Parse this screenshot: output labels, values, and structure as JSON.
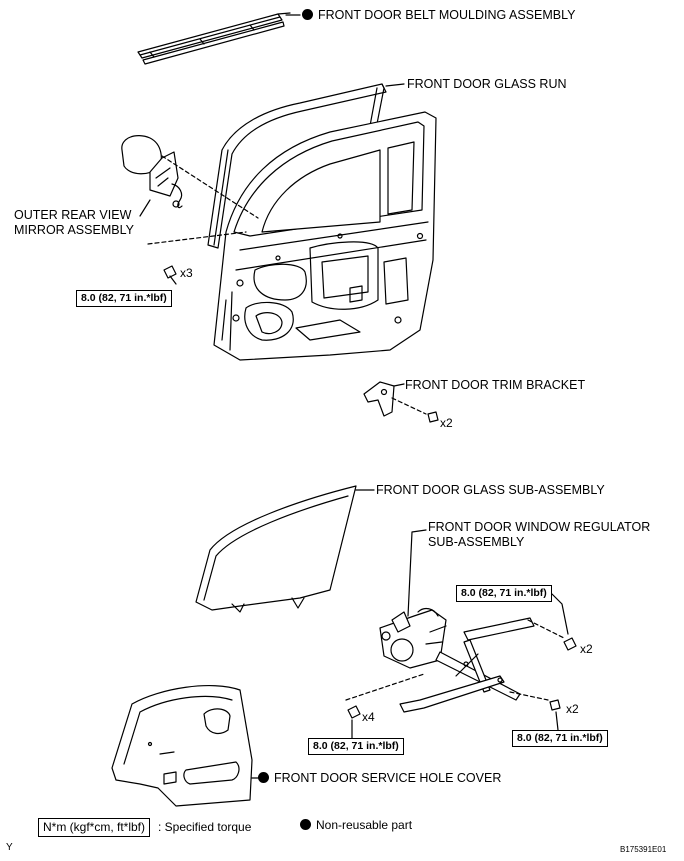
{
  "labels": {
    "belt_moulding": "FRONT DOOR BELT MOULDING ASSEMBLY",
    "glass_run": "FRONT DOOR GLASS RUN",
    "mirror": "OUTER REAR VIEW\nMIRROR ASSEMBLY",
    "trim_bracket": "FRONT DOOR TRIM BRACKET",
    "glass_sub": "FRONT DOOR GLASS SUB-ASSEMBLY",
    "regulator": "FRONT DOOR WINDOW REGULATOR\nSUB-ASSEMBLY",
    "service_hole_cover": "FRONT DOOR SERVICE HOLE COVER"
  },
  "torque": {
    "mirror_bolts": "8.0 (82, 71 in.*lbf)",
    "regulator_top": "8.0 (82, 71 in.*lbf)",
    "regulator_bottom_right": "8.0 (82, 71 in.*lbf)",
    "regulator_bottom_left": "8.0 (82, 71 in.*lbf)"
  },
  "quantities": {
    "mirror_bolts": "x3",
    "trim_bracket_screw": "x2",
    "regulator_top_bolts": "x2",
    "regulator_bottom_right_bolts": "x2",
    "regulator_bottom_left_bolts": "x4"
  },
  "legend": {
    "torque_unit": "N*m (kgf*cm, ft*lbf)",
    "torque_desc": ": Specified torque",
    "non_reusable": "Non-reusable part"
  },
  "corner_marks": {
    "left": "Y",
    "code": "B175391E01"
  }
}
